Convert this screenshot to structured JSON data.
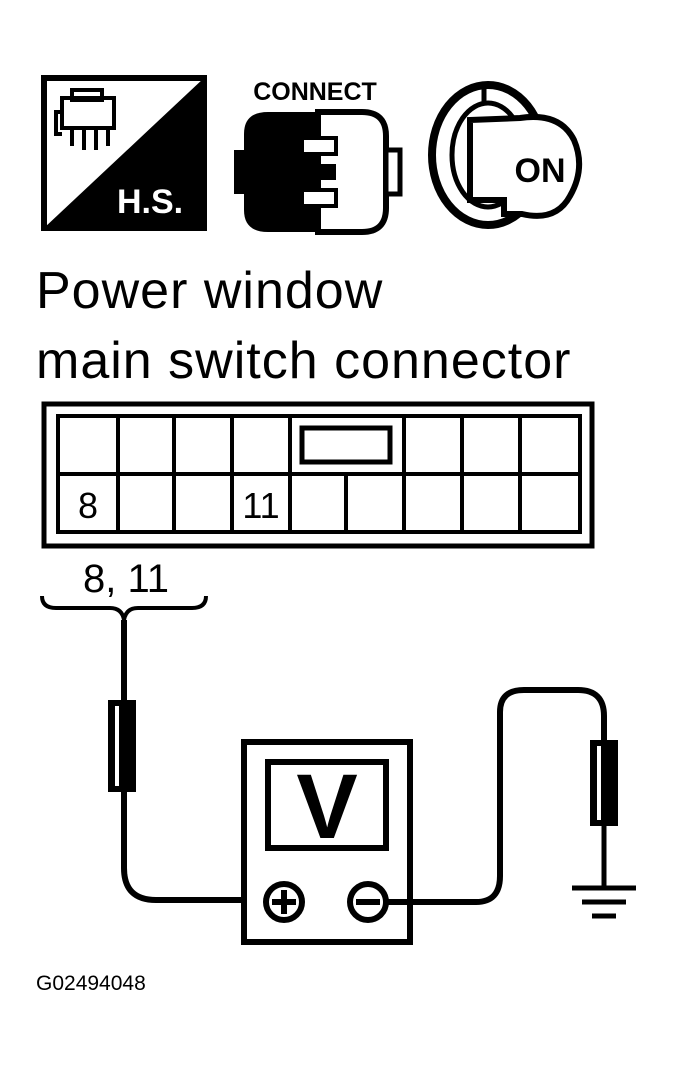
{
  "icons": {
    "harness_side_label": "H.S.",
    "connect_label": "CONNECT",
    "ignition_label": "ON"
  },
  "title_line1": "Power window",
  "title_line2": "main switch connector",
  "connector": {
    "pin_a": "8",
    "pin_b": "11"
  },
  "probe_label": "8, 11",
  "meter_label": "V",
  "figure_id": "G02494048",
  "icon_names": [
    "connector-harness-side-icon",
    "connect-icon",
    "ignition-on-icon",
    "voltmeter-icon",
    "ground-icon"
  ]
}
